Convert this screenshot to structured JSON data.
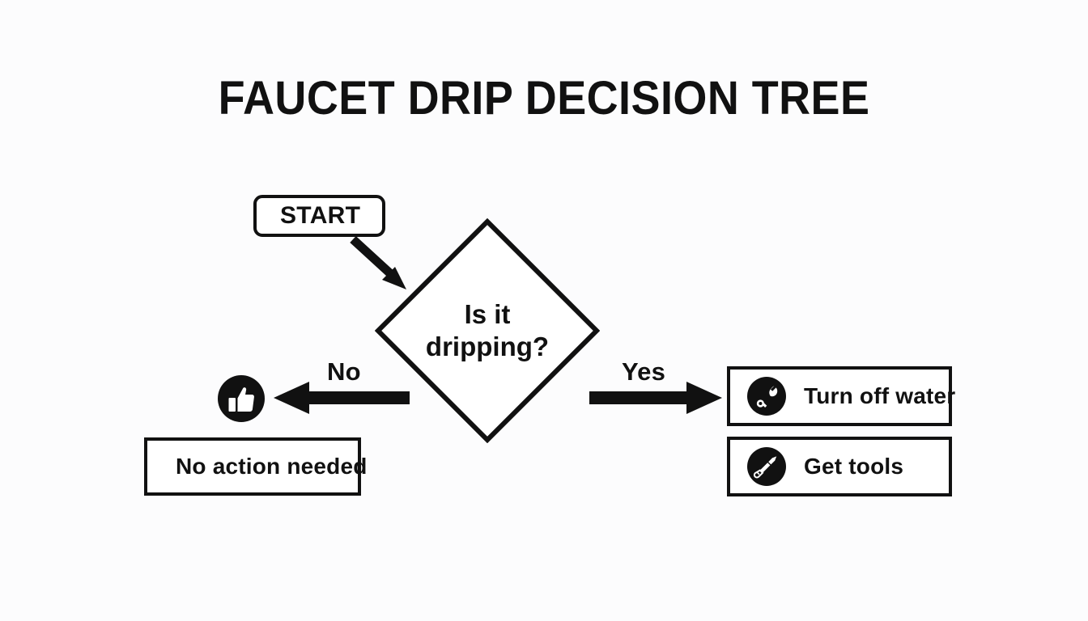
{
  "page": {
    "title": "FAUCET DRIP DECISION TREE",
    "background_color": "#fcfcfd",
    "ink_color": "#111111"
  },
  "diagram": {
    "type": "flowchart",
    "start_node": {
      "label": "START",
      "shape": "rounded-rectangle"
    },
    "decision_node": {
      "shape": "diamond",
      "line_1": "Is it",
      "line_2": "dripping?"
    },
    "edges": [
      {
        "name": "start-to-decision",
        "label": "",
        "direction": "down-right"
      },
      {
        "name": "decision-no",
        "label": "No",
        "direction": "left"
      },
      {
        "name": "decision-yes",
        "label": "Yes",
        "direction": "right"
      }
    ],
    "outcomes": {
      "no_branch": {
        "badge_icon": "thumbs-up-icon",
        "box_label": "No action needed"
      },
      "yes_branch": [
        {
          "icon": "wrench-icon",
          "label": "Turn off water"
        },
        {
          "icon": "screwdriver-icon",
          "label": "Get tools"
        }
      ]
    }
  }
}
